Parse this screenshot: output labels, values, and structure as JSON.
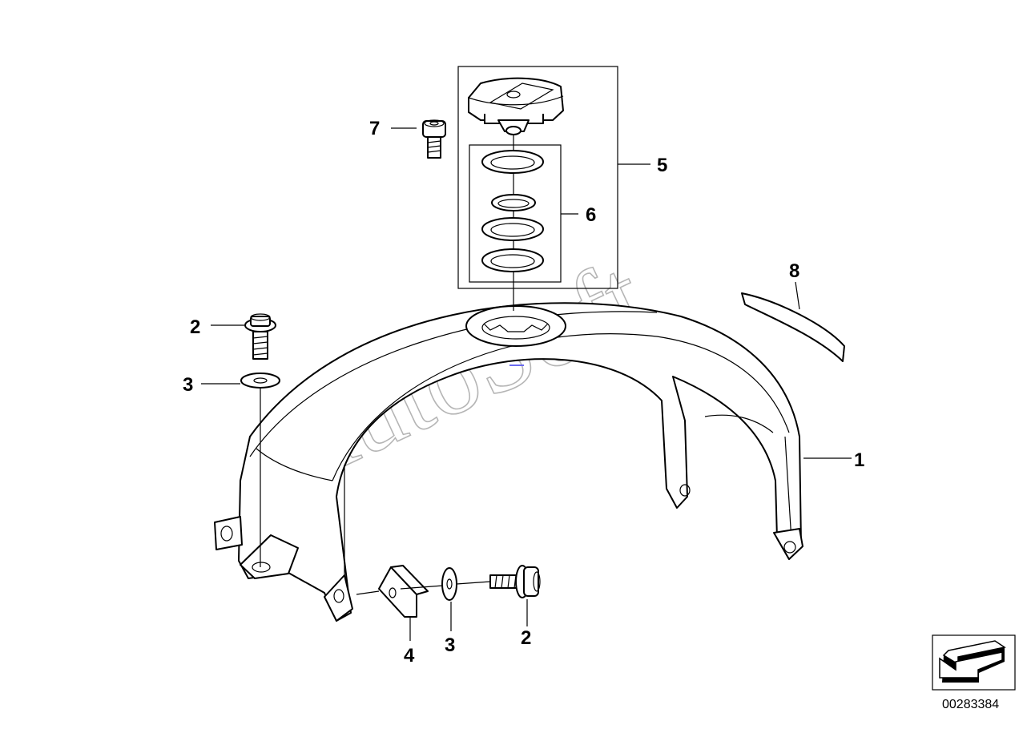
{
  "diagram": {
    "callouts": {
      "c1": "1",
      "c2_top": "2",
      "c2_bottom": "2",
      "c3_top": "3",
      "c3_bottom": "3",
      "c4": "4",
      "c5": "5",
      "c6": "6",
      "c7": "7",
      "c8": "8"
    },
    "watermark": "AutoSoft",
    "reference_number": "00283384",
    "direction_icon": "arrow-left-down-icon"
  }
}
